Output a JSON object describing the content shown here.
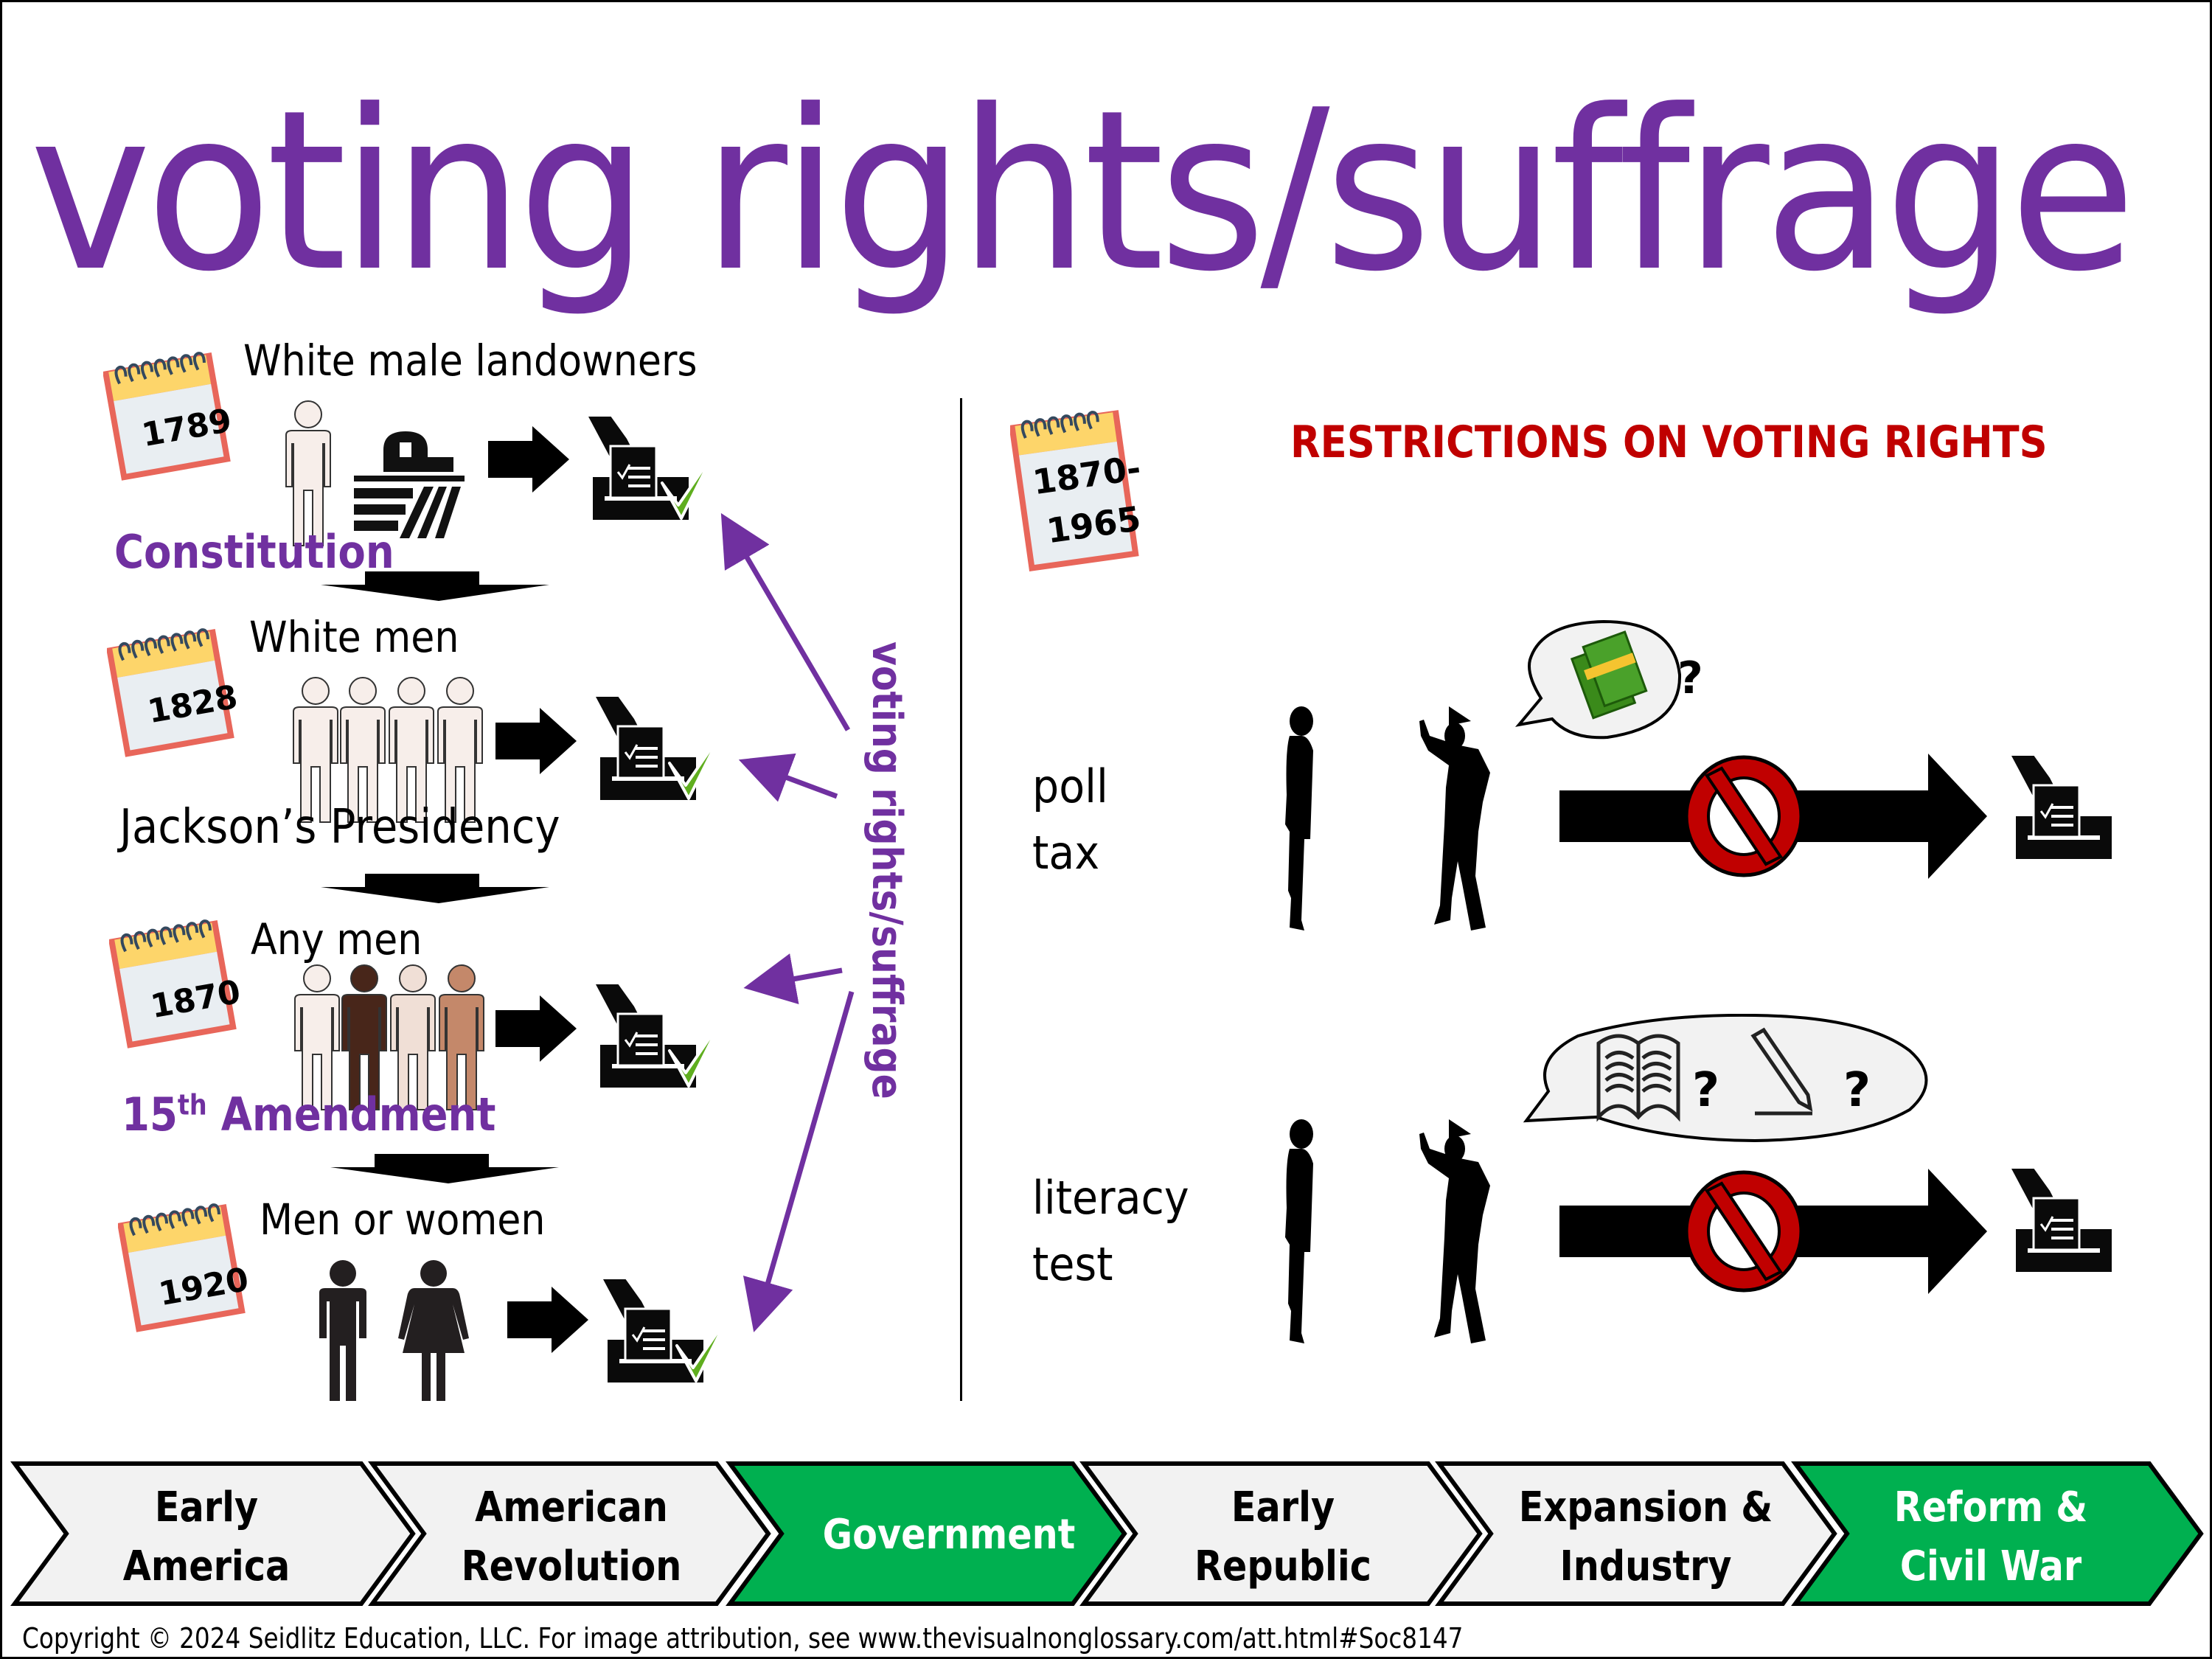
{
  "title": "voting rights/suffrage",
  "colors": {
    "purple": "#7030a0",
    "red": "#c00000",
    "green": "#00b050",
    "check_green": "#5fae1e",
    "chevron_gray": "#f2f2f2"
  },
  "timeline": [
    {
      "year": "1789",
      "group": "White male landowners",
      "event": "Constitution",
      "event_style": "purple",
      "icons": [
        "person-icon",
        "farm-icon"
      ]
    },
    {
      "year": "1828",
      "group": "White men",
      "event": "Jackson’s Presidency",
      "event_style": "black",
      "icons": [
        "four-people-icon"
      ]
    },
    {
      "year": "1870",
      "group": "Any men",
      "event_number": "15",
      "event_suffix": "th",
      "event_rest": " Amendment",
      "event_style": "purple",
      "icons": [
        "diverse-men-icon"
      ]
    },
    {
      "year": "1920",
      "group": "Men or women",
      "event": "",
      "icons": [
        "man-icon",
        "woman-icon"
      ]
    }
  ],
  "vertical_label": "voting rights/suffrage",
  "restrictions": {
    "year_line1": "1870-",
    "year_line2": "1965",
    "heading": "RESTRICTIONS ON VOTING RIGHTS",
    "items": [
      {
        "line1": "poll",
        "line2": "tax",
        "bubble": [
          "money-icon",
          "?"
        ]
      },
      {
        "line1": "literacy",
        "line2": "test",
        "bubble": [
          "book-icon",
          "?",
          "pencil-icon",
          "?"
        ]
      }
    ]
  },
  "nav": [
    {
      "line1": "Early",
      "line2": "America",
      "active": false
    },
    {
      "line1": "American",
      "line2": "Revolution",
      "active": false
    },
    {
      "line1": "Government",
      "line2": "",
      "active": true
    },
    {
      "line1": "Early",
      "line2": "Republic",
      "active": false
    },
    {
      "line1": "Expansion &",
      "line2": "Industry",
      "active": false
    },
    {
      "line1": "Reform &",
      "line2": "Civil War",
      "active": true
    }
  ],
  "footer": "Copyright © 2024 Seidlitz Education, LLC.  For image attribution, see www.thevisualnonglossary.com/att.html#Soc8147"
}
